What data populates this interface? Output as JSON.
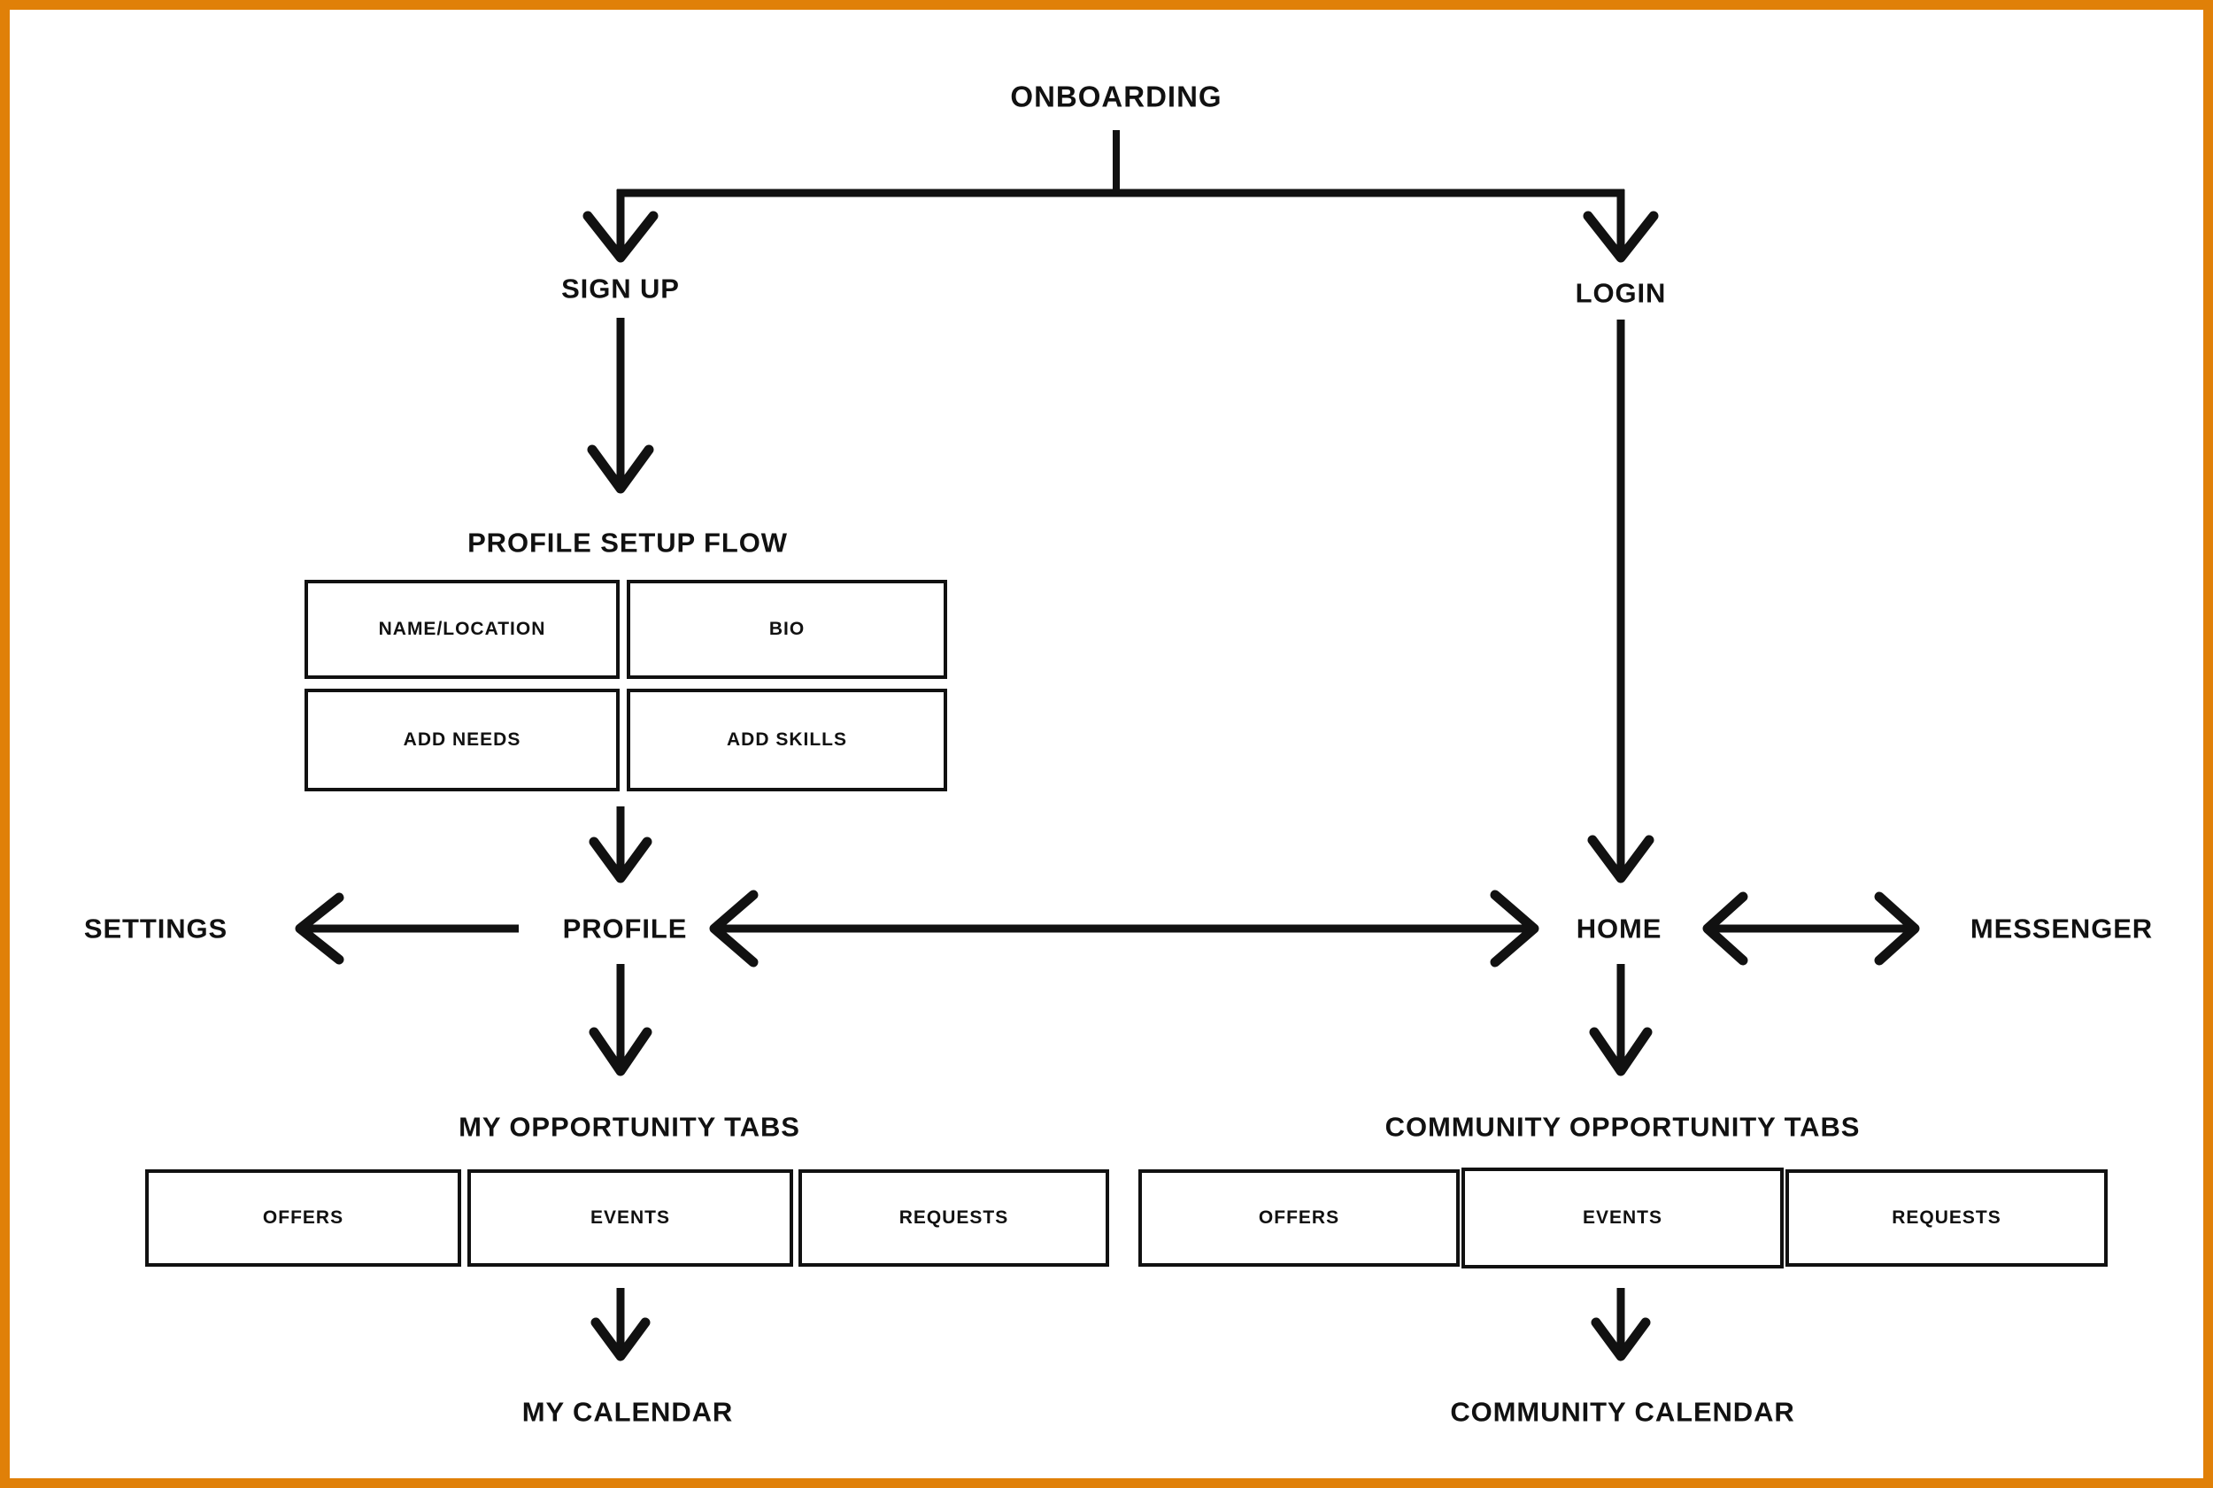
{
  "meta": {
    "title": "ONBOARDING APP FLOW DIAGRAM",
    "border_color": "#e08008",
    "line_color": "#111111",
    "background": "#ffffff"
  },
  "nodes": {
    "onboarding": "ONBOARDING",
    "sign_up": "SIGN UP",
    "login": "LOGIN",
    "profile_setup_flow": "PROFILE SETUP FLOW",
    "settings": "SETTINGS",
    "profile": "PROFILE",
    "home": "HOME",
    "messenger": "MESSENGER",
    "my_opportunity_tabs": "MY OPPORTUNITY TABS",
    "community_opportunity_tabs": "COMMUNITY OPPORTUNITY TABS",
    "my_calendar": "MY CALENDAR",
    "community_calendar": "COMMUNITY CALENDAR"
  },
  "profile_setup_boxes": [
    {
      "label": "NAME/LOCATION"
    },
    {
      "label": "BIO"
    },
    {
      "label": "ADD NEEDS"
    },
    {
      "label": "ADD SKILLS"
    }
  ],
  "my_opportunity_boxes": [
    {
      "label": "OFFERS"
    },
    {
      "label": "EVENTS"
    },
    {
      "label": "REQUESTS"
    }
  ],
  "community_opportunity_boxes": [
    {
      "label": "OFFERS"
    },
    {
      "label": "EVENTS"
    },
    {
      "label": "REQUESTS"
    }
  ],
  "connectors": [
    {
      "name": "onboarding-to-split",
      "type": "vertical-stem",
      "from": "ONBOARDING",
      "to": "split-bar"
    },
    {
      "name": "split-bar",
      "type": "horizontal-bar",
      "from": "ONBOARDING",
      "to": "SIGN UP / LOGIN"
    },
    {
      "name": "split-to-sign-up",
      "type": "arrow-down",
      "from": "ONBOARDING",
      "to": "SIGN UP"
    },
    {
      "name": "split-to-login",
      "type": "arrow-down",
      "from": "ONBOARDING",
      "to": "LOGIN"
    },
    {
      "name": "sign-up-to-profile-setup",
      "type": "arrow-down",
      "from": "SIGN UP",
      "to": "PROFILE SETUP FLOW"
    },
    {
      "name": "profile-setup-to-profile",
      "type": "arrow-down",
      "from": "PROFILE SETUP FLOW",
      "to": "PROFILE"
    },
    {
      "name": "login-to-home",
      "type": "arrow-down",
      "from": "LOGIN",
      "to": "HOME"
    },
    {
      "name": "profile-to-settings",
      "type": "arrow-left",
      "from": "PROFILE",
      "to": "SETTINGS"
    },
    {
      "name": "profile-home-link",
      "type": "arrow-both",
      "from": "PROFILE",
      "to": "HOME"
    },
    {
      "name": "home-messenger-link",
      "type": "arrow-both",
      "from": "HOME",
      "to": "MESSENGER"
    },
    {
      "name": "profile-to-my-opportunity-tabs",
      "type": "arrow-down",
      "from": "PROFILE",
      "to": "MY OPPORTUNITY TABS"
    },
    {
      "name": "home-to-community-opportunity-tabs",
      "type": "arrow-down",
      "from": "HOME",
      "to": "COMMUNITY OPPORTUNITY TABS"
    },
    {
      "name": "my-tabs-to-my-calendar",
      "type": "arrow-down",
      "from": "MY OPPORTUNITY TABS",
      "to": "MY CALENDAR"
    },
    {
      "name": "community-tabs-to-community-calendar",
      "type": "arrow-down",
      "from": "COMMUNITY OPPORTUNITY TABS",
      "to": "COMMUNITY CALENDAR"
    }
  ]
}
